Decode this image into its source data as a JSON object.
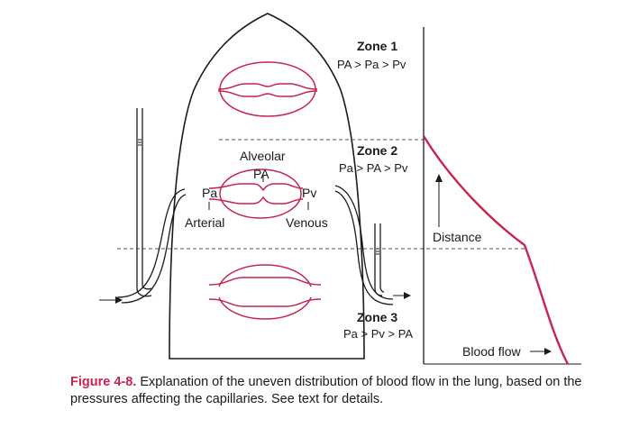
{
  "zones": [
    {
      "title": "Zone 1",
      "equation": "PA > Pa > Pv"
    },
    {
      "title": "Zone 2",
      "equation": "Pa > PA > Pv"
    },
    {
      "title": "Zone 3",
      "equation": "Pa > Pv > PA"
    }
  ],
  "labels": {
    "alveolar": "Alveolar",
    "p_alveolar": "PA",
    "p_arterial": "Pa",
    "p_venous": "Pv",
    "arterial": "Arterial",
    "venous": "Venous",
    "distance": "Distance",
    "blood_flow": "Blood flow"
  },
  "caption": {
    "label": "Figure 4-8.",
    "text": "Explanation of the uneven distribution of blood flow in the lung, based on the pressures affecting the capillaries. See text for details."
  },
  "colors": {
    "curve": "#c7244f",
    "capillary": "#c7244f",
    "outline": "#1a1a1a"
  }
}
